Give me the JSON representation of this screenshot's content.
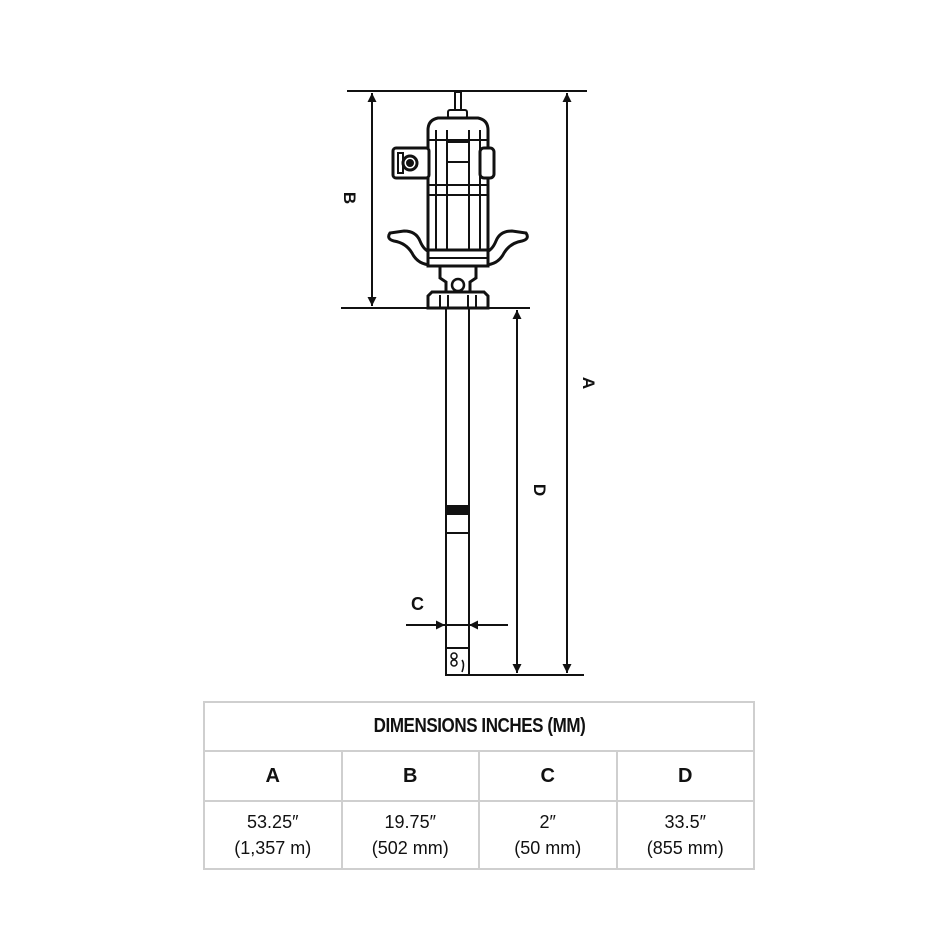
{
  "diagram": {
    "labels": {
      "A": "A",
      "B": "B",
      "C": "C",
      "D": "D"
    },
    "line_color": "#111111"
  },
  "table": {
    "title": "DIMENSIONS INCHES (MM)",
    "columns": [
      {
        "header": "A",
        "inches": "53.25″",
        "metric": "(1,357 m)"
      },
      {
        "header": "B",
        "inches": "19.75″",
        "metric": "(502 mm)"
      },
      {
        "header": "C",
        "inches": "2″",
        "metric": "(50 mm)"
      },
      {
        "header": "D",
        "inches": "33.5″",
        "metric": "(855 mm)"
      }
    ],
    "border_color": "#cfcfcf"
  }
}
